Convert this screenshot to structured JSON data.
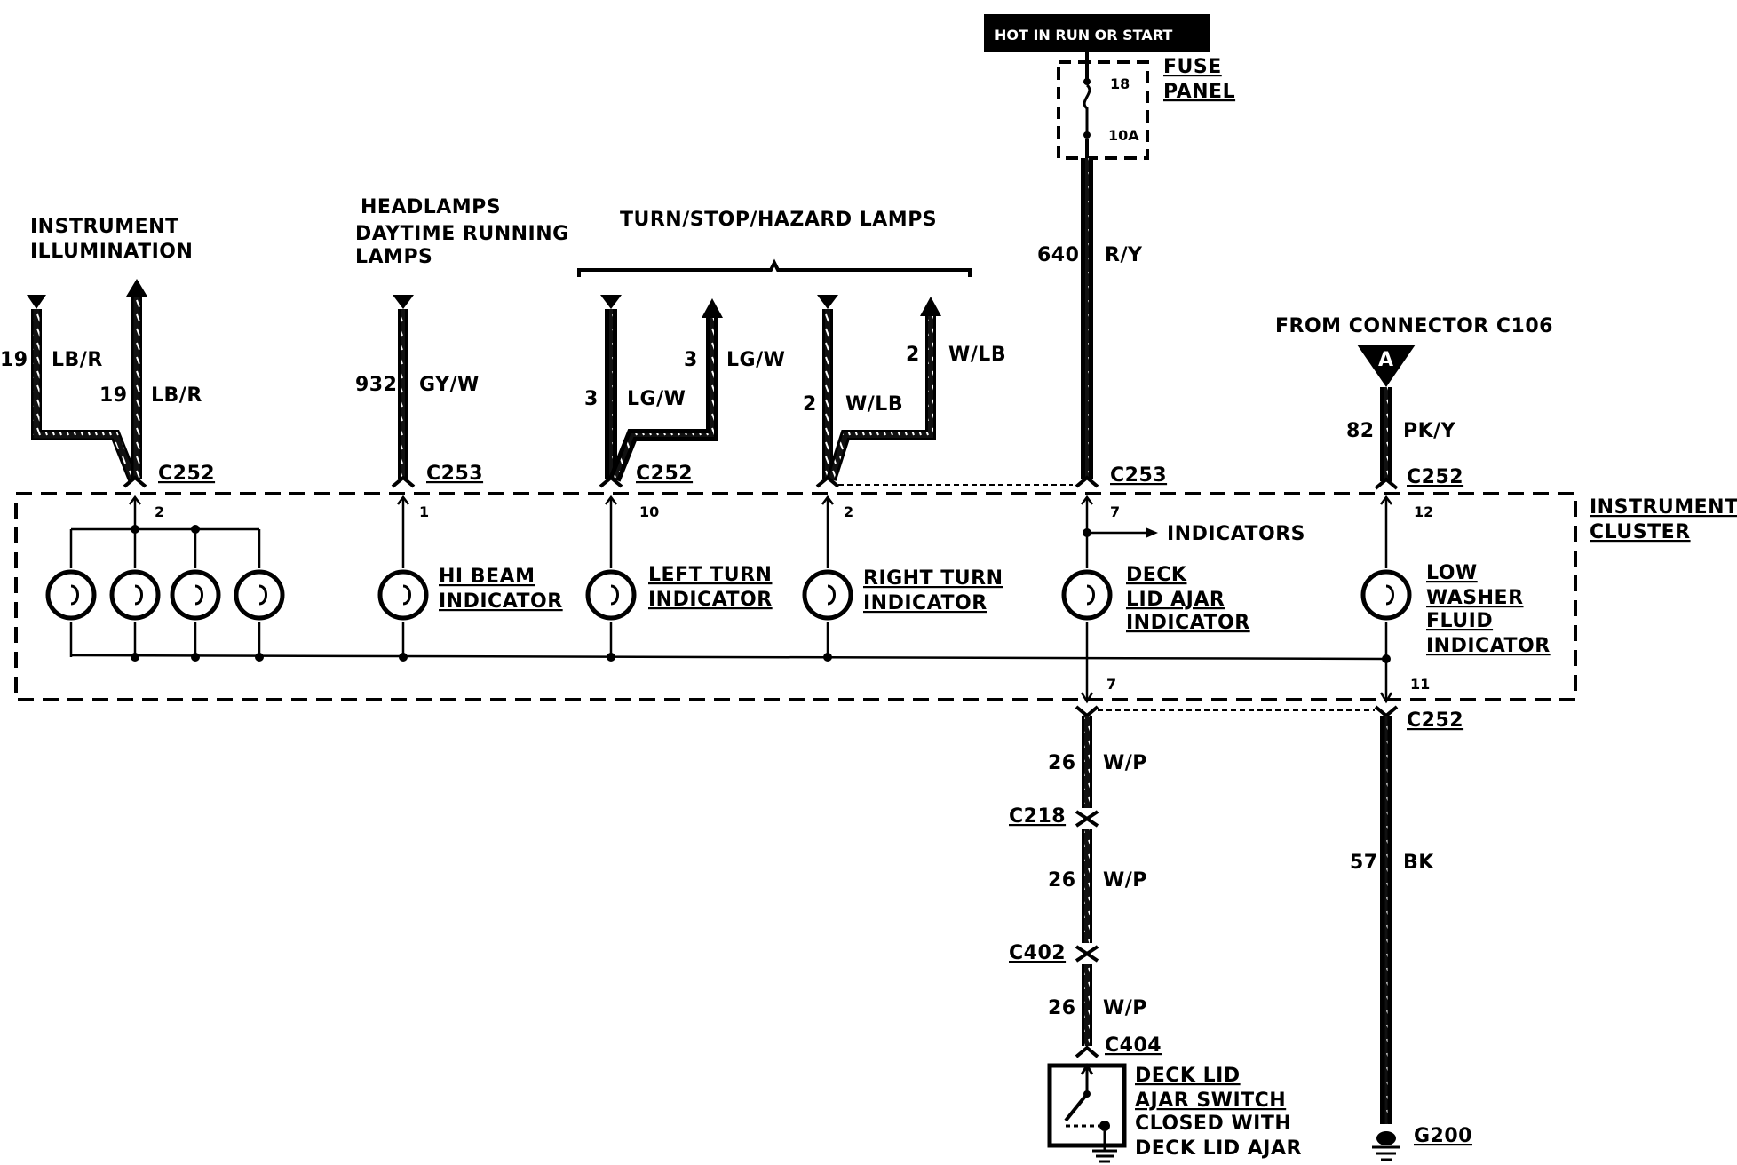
{
  "title_box": "HOT IN RUN OR START",
  "fuse_panel": {
    "label_line1": "FUSE",
    "label_line2": "PANEL",
    "fuse_number": "18",
    "fuse_rating": "10A"
  },
  "top_labels": {
    "instrument_illumination_1": "INSTRUMENT",
    "instrument_illumination_2": "ILLUMINATION",
    "headlamps_1": "HEADLAMPS",
    "headlamps_2": "DAYTIME RUNNING",
    "headlamps_3": "LAMPS",
    "turn_stop_hazard": "TURN/STOP/HAZARD LAMPS",
    "from_connector": "FROM CONNECTOR C106",
    "connector_letter": "A"
  },
  "wires": {
    "w19a_num": "19",
    "w19a_color": "LB/R",
    "w19b_num": "19",
    "w19b_color": "LB/R",
    "w932_num": "932",
    "w932_color": "GY/W",
    "w3a_num": "3",
    "w3a_color": "LG/W",
    "w3b_num": "3",
    "w3b_color": "LG/W",
    "w2a_num": "2",
    "w2a_color": "W/LB",
    "w2b_num": "2",
    "w2b_color": "W/LB",
    "w640_num": "640",
    "w640_color": "R/Y",
    "w82_num": "82",
    "w82_color": "PK/Y",
    "w26a_num": "26",
    "w26a_color": "W/P",
    "w26b_num": "26",
    "w26b_color": "W/P",
    "w26c_num": "26",
    "w26c_color": "W/P",
    "w57_num": "57",
    "w57_color": "BK"
  },
  "connectors": {
    "c252_a": "C252",
    "c253_a": "C253",
    "c252_b": "C252",
    "c253_b": "C253",
    "c252_c": "C252",
    "c252_d": "C252",
    "c218": "C218",
    "c402": "C402",
    "c404": "C404",
    "g200": "G200"
  },
  "pins": {
    "p2a": "2",
    "p1": "1",
    "p10": "10",
    "p2b": "2",
    "p7a": "7",
    "p12": "12",
    "p7b": "7",
    "p11": "11"
  },
  "cluster": {
    "label_1": "INSTRUMENT",
    "label_2": "CLUSTER",
    "indicators": "INDICATORS"
  },
  "bulbs": {
    "hi_beam_1": "HI BEAM",
    "hi_beam_2": "INDICATOR",
    "left_turn_1": "LEFT TURN",
    "left_turn_2": "INDICATOR",
    "right_turn_1": "RIGHT TURN",
    "right_turn_2": "INDICATOR",
    "deck_1": "DECK",
    "deck_2": "LID AJAR",
    "deck_3": "INDICATOR",
    "washer_1": "LOW",
    "washer_2": "WASHER",
    "washer_3": "FLUID",
    "washer_4": "INDICATOR"
  },
  "switch": {
    "label_1": "DECK LID",
    "label_2": "AJAR SWITCH",
    "note_1": "CLOSED WITH",
    "note_2": "DECK LID AJAR"
  }
}
